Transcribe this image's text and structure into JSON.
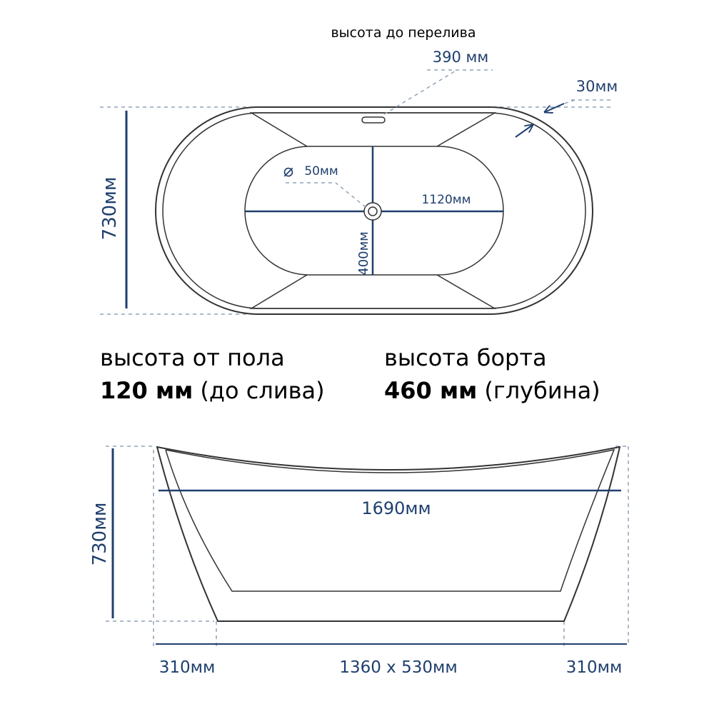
{
  "top_view": {
    "overflow_height_label": "высота до перелива",
    "overflow_height_value": "390 мм",
    "rim_width": "30мм",
    "overall_width": "730мм",
    "drain_diameter_symbol": "⌀",
    "drain_diameter": "50мм",
    "inner_length": "1120мм",
    "inner_width": "400мм"
  },
  "specs": [
    {
      "label": "высота от пола",
      "value": "120 мм",
      "note": "(до слива)"
    },
    {
      "label": "высота борта",
      "value": "460 мм",
      "note": "(глубина)"
    }
  ],
  "side_view": {
    "overall_height": "730мм",
    "overall_length": "1690мм",
    "left_offset": "310мм",
    "base_size": "1360 х 530мм",
    "right_offset": "310мм"
  },
  "colors": {
    "dimension": "#1f3f6e",
    "dashed": "#8fa3b8",
    "outline": "#333333"
  }
}
